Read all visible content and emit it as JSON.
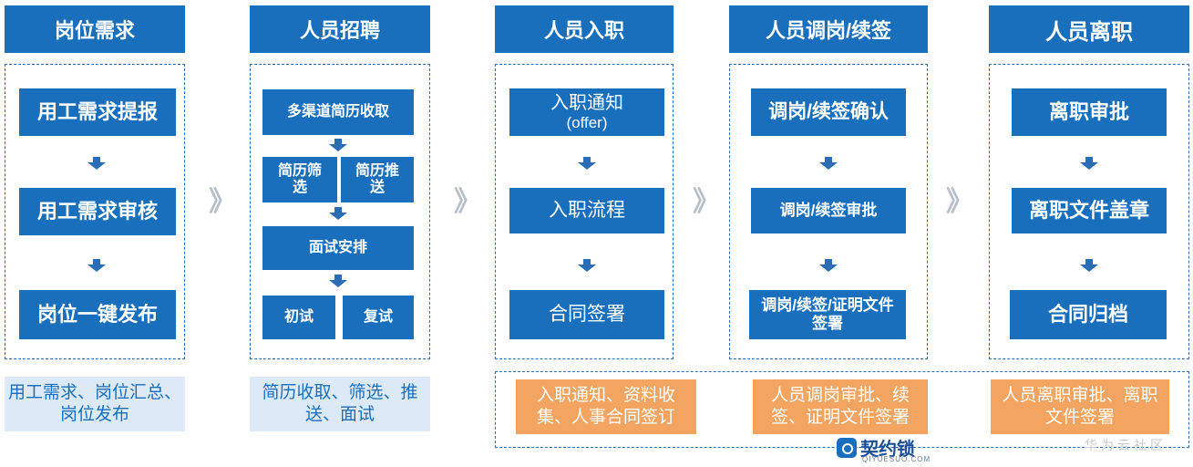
{
  "columns": [
    {
      "header": "岗位需求",
      "steps": [
        "用工需求提报",
        "用工需求审核",
        "岗位一键发布"
      ],
      "note": "用工需求、岗位汇总、岗位发布"
    },
    {
      "header": "人员招聘",
      "steps": {
        "top": "多渠道简历收取",
        "left_mid": "简历筛选",
        "right_mid": "简历推送",
        "interview": "面试安排",
        "first": "初试",
        "second": "复试"
      },
      "note": "简历收取、筛选、推送、面试"
    },
    {
      "header": "人员入职",
      "steps": [
        "入职通知",
        "(offer)",
        "入职流程",
        "合同签署"
      ],
      "note": "入职通知、资料收集、人事合同签订"
    },
    {
      "header": "人员调岗/续签",
      "steps": [
        "调岗/续签确认",
        "调岗/续签审批",
        "调岗/续签/证明文件签署"
      ],
      "note": "人员调岗审批、续签、证明文件签署"
    },
    {
      "header": "人员离职",
      "steps": [
        "离职审批",
        "离职文件盖章",
        "合同归档"
      ],
      "note": "人员离职审批、离职文件签署"
    }
  ],
  "separator": "》",
  "logo": {
    "name": "契约锁",
    "sub": "QIYUESUO.COM"
  },
  "watermark": "华为云社区",
  "colors": {
    "primary": "#1a6fbd",
    "note_blue": "#dce9f6",
    "note_orange": "#f4a461",
    "chevron": "#b6bec8"
  }
}
